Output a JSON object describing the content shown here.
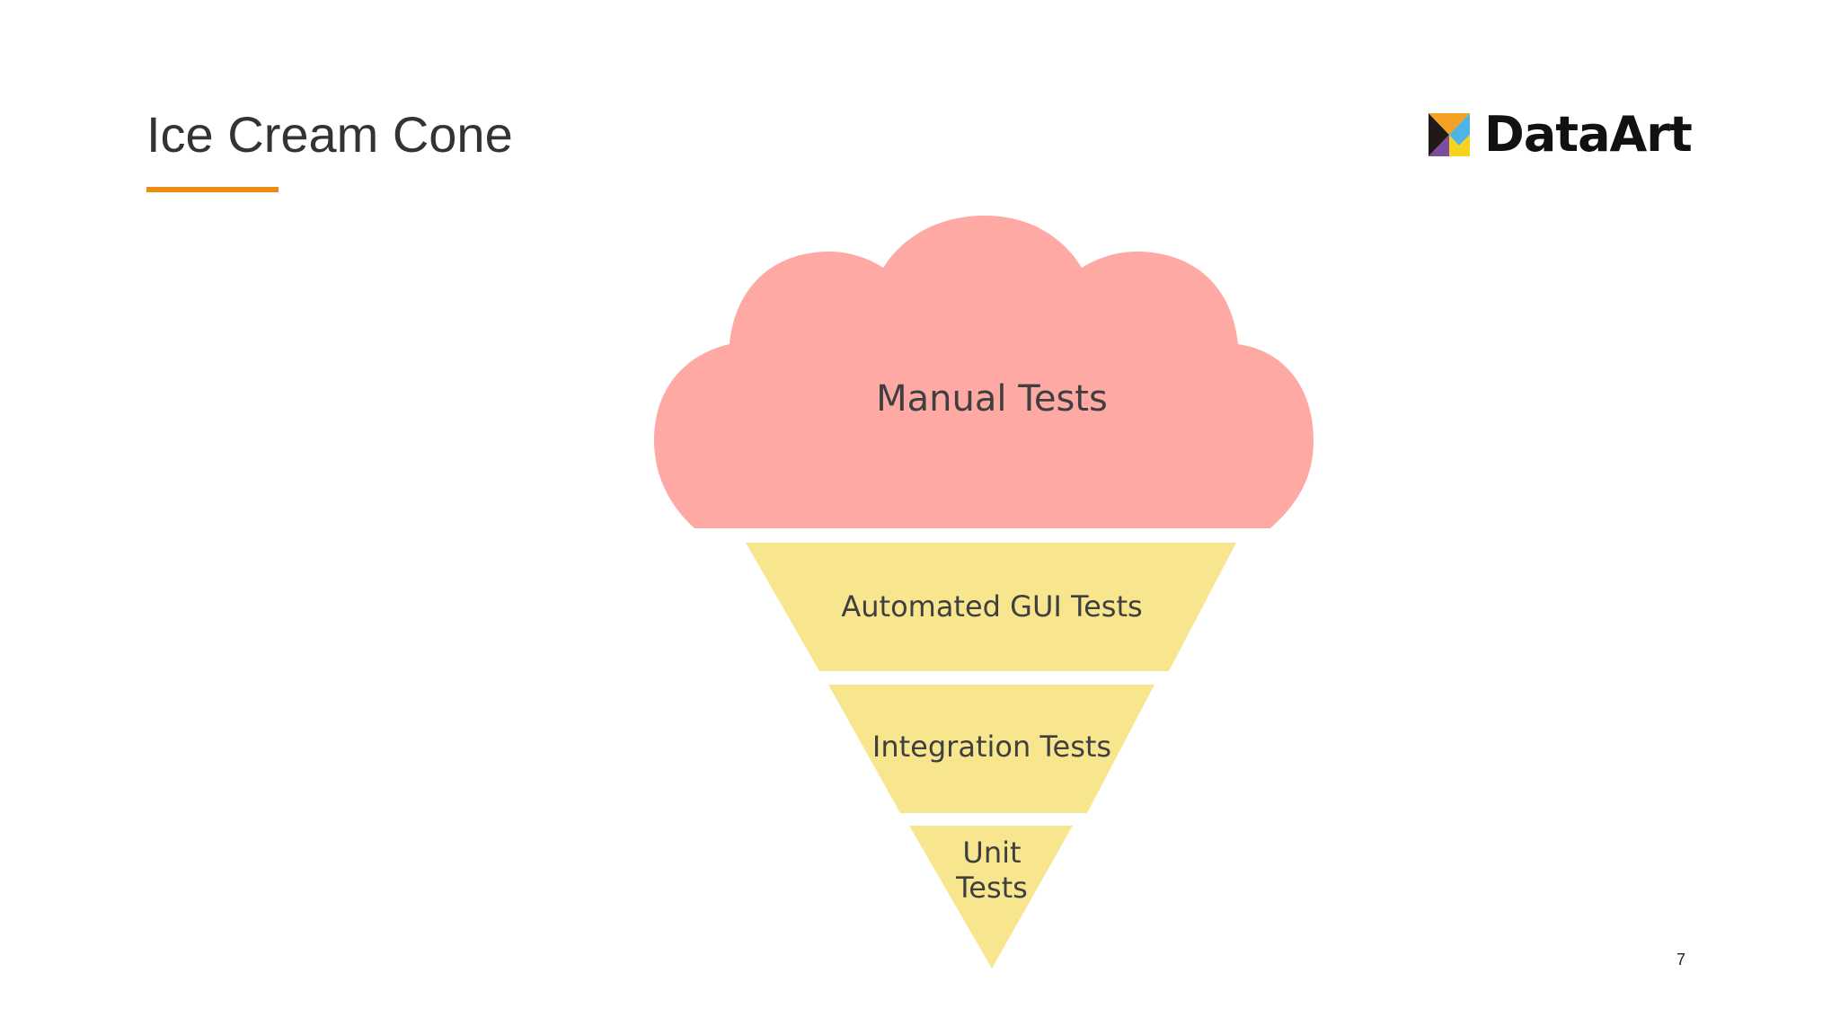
{
  "slide": {
    "title": "Ice Cream Cone",
    "page_number": "7",
    "accent_color": "#ec8c12"
  },
  "logo": {
    "brand_name": "DataArt",
    "mark_colors": [
      "#1f1a17",
      "#f4a223",
      "#7d4d9c",
      "#4db4e6",
      "#f6d31f"
    ]
  },
  "diagram": {
    "scoop": {
      "label": "Manual Tests",
      "color": "#fea9a4"
    },
    "cone_layers": [
      {
        "label": "Automated GUI Tests",
        "color": "#f8e68f"
      },
      {
        "label": "Integration Tests",
        "color": "#f8e68f"
      },
      {
        "label_line1": "Unit",
        "label_line2": "Tests",
        "color": "#f8e68f"
      }
    ]
  }
}
